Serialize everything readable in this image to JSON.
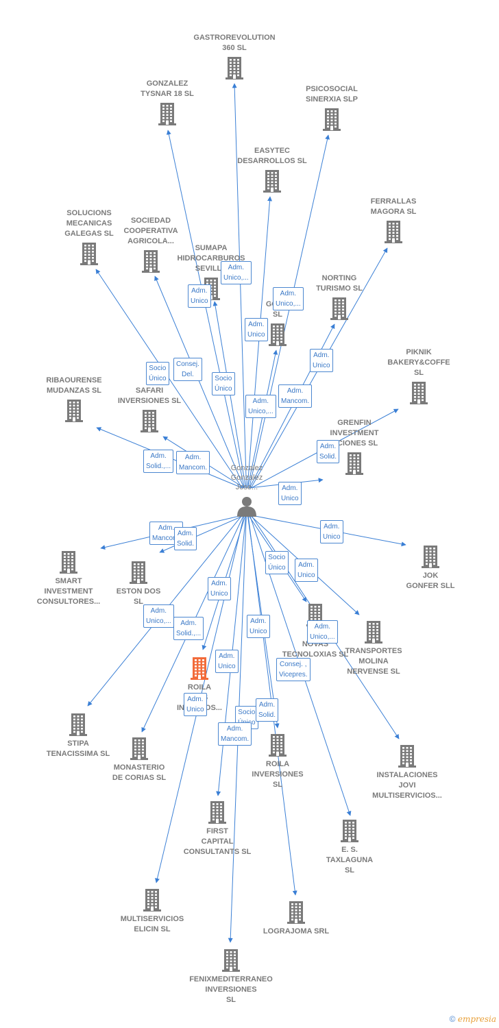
{
  "colors": {
    "edge": "#3a7fd5",
    "building": "#7a7a7a",
    "highlight": "#f26b3a",
    "badge_border": "#4a86d0"
  },
  "center": {
    "label": "Gonzalez\nGonzalez\nJose...",
    "icon": "person-icon"
  },
  "companies": [
    {
      "id": "gastrorevolution",
      "label": "GASTROREVOLUTION\n360  SL",
      "icon": "building-icon"
    },
    {
      "id": "gonzalez-tysnar",
      "label": "GONZALEZ\nTYSNAR 18  SL",
      "icon": "building-icon"
    },
    {
      "id": "psicosocial",
      "label": "PSICOSOCIAL\nSINERXIA SLP",
      "icon": "building-icon"
    },
    {
      "id": "easytec",
      "label": "EASYTEC\nDESARROLLOS SL",
      "icon": "building-icon"
    },
    {
      "id": "ferrallas",
      "label": "FERRALLAS\nMAGORA SL",
      "icon": "building-icon"
    },
    {
      "id": "solucions",
      "label": "SOLUCIONS\nMECANICAS\nGALEGAS  SL",
      "icon": "building-icon"
    },
    {
      "id": "sociedad-coop",
      "label": "SOCIEDAD\nCOOPERATIVA\nAGRICOLA...",
      "icon": "building-icon"
    },
    {
      "id": "sumapa",
      "label": "SUMAPA\nHIDROCARBUROS\nSEVILLA",
      "icon": "building-icon"
    },
    {
      "id": "norting",
      "label": "NORTING\nTURISMO  SL",
      "icon": "building-icon"
    },
    {
      "id": "gon-sl",
      "label": "GON...\nSL",
      "icon": "building-icon"
    },
    {
      "id": "piknik",
      "label": "PIKNIK\nBAKERY&COFFE\nSL",
      "icon": "building-icon"
    },
    {
      "id": "ribaourense",
      "label": "RIBAOURENSE\nMUDANZAS  SL",
      "icon": "building-icon"
    },
    {
      "id": "safari",
      "label": "SAFARI\nINVERSIONES SL",
      "icon": "building-icon"
    },
    {
      "id": "grenfin",
      "label": "GRENFIN\nINVESTMENT\n...CIONES SL",
      "icon": "building-icon"
    },
    {
      "id": "smart",
      "label": "SMART\nINVESTMENT\nCONSULTORES...",
      "icon": "building-icon"
    },
    {
      "id": "eston",
      "label": "ESTON DOS\nSL",
      "icon": "building-icon"
    },
    {
      "id": "jok",
      "label": "JOK\nGONFER SLL",
      "icon": "building-icon"
    },
    {
      "id": "im-novas",
      "label": "IM...\nNOVAS\nTECNOLOXIAS SL",
      "icon": "building-icon"
    },
    {
      "id": "transportes",
      "label": "TRANSPORTES\nMOLINA\nNERVENSE  SL",
      "icon": "building-icon"
    },
    {
      "id": "roila-activos",
      "label": "ROILA\nA...S\nINMO...IOS...",
      "icon": "building-icon",
      "highlight": true
    },
    {
      "id": "stipa",
      "label": "STIPA\nTENACISSIMA SL",
      "icon": "building-icon"
    },
    {
      "id": "monasterio",
      "label": "MONASTERIO\nDE CORIAS SL",
      "icon": "building-icon"
    },
    {
      "id": "roila-inversiones",
      "label": "ROILA\nINVERSIONES\nSL",
      "icon": "building-icon"
    },
    {
      "id": "instalaciones",
      "label": "INSTALACIONES\nJOVI\nMULTISERVICIOS...",
      "icon": "building-icon"
    },
    {
      "id": "first-capital",
      "label": "FIRST\nCAPITAL\nCONSULTANTS SL",
      "icon": "building-icon"
    },
    {
      "id": "taxlaguna",
      "label": "E. S.\nTAXLAGUNA\nSL",
      "icon": "building-icon"
    },
    {
      "id": "multiservicios-elicin",
      "label": "MULTISERVICIOS\nELICIN SL",
      "icon": "building-icon"
    },
    {
      "id": "lograjoma",
      "label": "LOGRAJOMA SRL",
      "icon": "building-icon"
    },
    {
      "id": "fenixmediterraneo",
      "label": "FENIXMEDITERRANEO\nINVERSIONES\nSL",
      "icon": "building-icon"
    }
  ],
  "roles": [
    "Adm.\nUnico,...",
    "Adm.\nUnico",
    "Adm.\nUnico,...",
    "Adm.\nUnico",
    "Adm.\nUnico",
    "Socio\nÚnico",
    "Consej.\nDel.",
    "Socio\nÚnico",
    "Adm.\nUnico,...",
    "Adm.\nMancom.",
    "Adm.\nSolid.",
    "Adm.\nSolid.,...",
    "Adm.\nMancom.",
    "Adm.\nUnico",
    "Adm.\nUnico",
    "Adm.\nMancom.",
    "Adm.\nSolid.",
    "Adm.\nUnico",
    "Socio\nÚnico",
    "Adm.\nUnico",
    "Adm.\nUnico,...",
    "Adm.\nSolid.,...",
    "Adm.\nUnico",
    "Adm.\nUnico,...",
    "Consej. ,\nVicepres.",
    "Adm.\nUnico",
    "Adm.\nUnico",
    "Socio\nÚnico",
    "Adm.\nSolid.",
    "Adm.\nMancom."
  ],
  "footer": {
    "copyright": "©",
    "brand": "empresia"
  }
}
